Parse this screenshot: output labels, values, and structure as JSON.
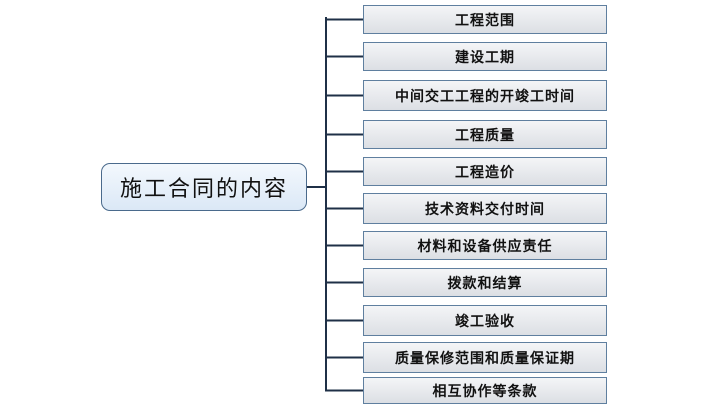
{
  "root": {
    "label": "施工合同的内容"
  },
  "items": [
    "工程范围",
    "建设工期",
    "中间交工工程的开竣工时间",
    "工程质量",
    "工程造价",
    "技术资料交付时间",
    "材料和设备供应责任",
    "拨款和结算",
    "竣工验收",
    "质量保修范围和质量保证期",
    "相互协作等条款"
  ]
}
